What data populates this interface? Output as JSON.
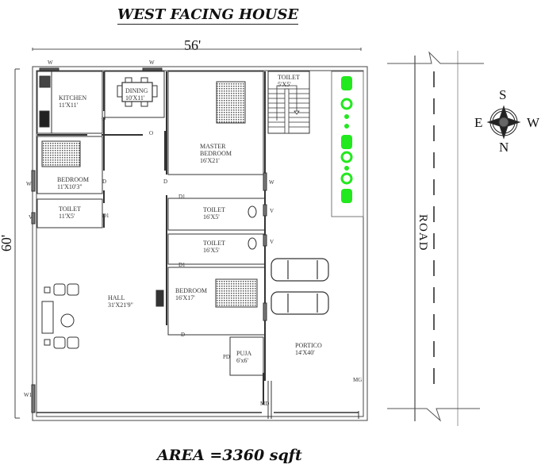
{
  "header": {
    "title": "WEST FACING HOUSE"
  },
  "dimensions": {
    "width": "56'",
    "depth": "60'"
  },
  "footer": {
    "area": "AREA =3360 sqft"
  },
  "rooms": {
    "kitchen": {
      "name": "KITCHEN",
      "size": "11'X11'"
    },
    "dining": {
      "name": "DINING",
      "size": "10'X11'"
    },
    "master_bedroom": {
      "name": "MASTER BEDROOM",
      "size": "16'X21'"
    },
    "stair_toilet": {
      "name": "TOILET",
      "size": "5'X5'"
    },
    "bedroom1": {
      "name": "BEDROOM",
      "size": "11'X10'3\""
    },
    "toilet1": {
      "name": "TOILET",
      "size": "11'X5'"
    },
    "toilet2": {
      "name": "TOILET",
      "size": "16'X5'"
    },
    "toilet3": {
      "name": "TOILET",
      "size": "16'X5'"
    },
    "hall": {
      "name": "HALL",
      "size": "31'X21'9\""
    },
    "bedroom2": {
      "name": "BEDROOM",
      "size": "16'X17'"
    },
    "puja": {
      "name": "PUJA",
      "size": "6'x6'"
    },
    "portico": {
      "name": "PORTICO",
      "size": "14'X40'"
    }
  },
  "markers": {
    "window": "W",
    "window1": "W1",
    "ventilator": "V",
    "door": "D",
    "door1": "D1",
    "opening": "O",
    "puja_door": "PD",
    "main_door": "MD",
    "main_gate": "MG"
  },
  "road": {
    "label": "ROAD"
  },
  "compass": {
    "top": "S",
    "bottom": "N",
    "left": "E",
    "right": "W"
  },
  "colors": {
    "plants": "#22e81e",
    "walls": "#333333",
    "background": "#ffffff"
  }
}
